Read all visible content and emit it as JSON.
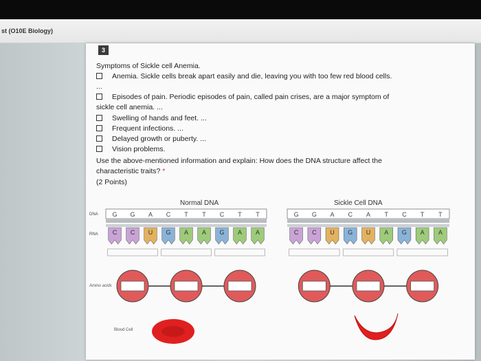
{
  "header": {
    "title": "st (O10E Biology)"
  },
  "question": {
    "number": "3",
    "heading": "Symptoms of Sickle cell Anemia.",
    "items": [
      "Anemia. Sickle cells break apart easily and die, leaving you with too few red blood cells.",
      "...",
      "Episodes of pain. Periodic episodes of pain, called pain crises, are a major symptom of",
      "sickle cell anemia. ...",
      "Swelling of hands and feet. ...",
      "Frequent infections. ...",
      "Delayed growth or puberty. ...",
      "Vision problems."
    ],
    "prompt_line1": "Use the above-mentioned information and explain: How does the DNA structure affect the",
    "prompt_line2": "characteristic traits?",
    "required_mark": "*",
    "points": "(2 Points)"
  },
  "diagram": {
    "normal_title": "Normal DNA",
    "sickle_title": "Sickle Cell DNA",
    "dna_label": "DNA",
    "rna_label": "RNA",
    "amino_label": "Amino acids",
    "blood_label": "Blood Cell",
    "normal_dna": [
      "G",
      "G",
      "A",
      "C",
      "T",
      "T",
      "C",
      "T",
      "T"
    ],
    "sickle_dna": [
      "G",
      "G",
      "A",
      "C",
      "A",
      "T",
      "C",
      "T",
      "T"
    ],
    "normal_rna": [
      "C",
      "C",
      "U",
      "G",
      "A",
      "A",
      "G",
      "A",
      "A"
    ],
    "sickle_rna": [
      "C",
      "C",
      "U",
      "G",
      "U",
      "A",
      "G",
      "A",
      "A"
    ],
    "colors": {
      "C": "#c9a3d6",
      "U": "#e3b25f",
      "G": "#8ab3d8",
      "A": "#9ecb7a",
      "cell": "#e02020",
      "node": "#e05a5a"
    }
  }
}
